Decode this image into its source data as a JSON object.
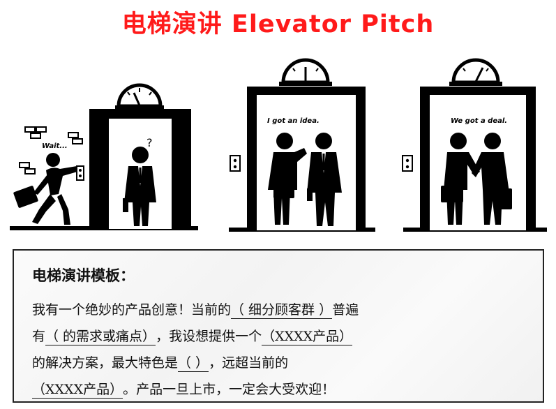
{
  "title": "电梯演讲 Elevator Pitch",
  "scene1": {
    "speech": "Wait...",
    "question_mark": "?"
  },
  "scene2": {
    "speech": "I got an idea."
  },
  "scene3": {
    "speech": "We got a deal."
  },
  "template": {
    "heading": "电梯演讲模板：",
    "line1_pre": "我有一个绝妙的产品创意！当前的",
    "line1_blank": "（      细分顾客群      ）",
    "line1_post": "普遍",
    "line2_pre": "有",
    "line2_blank": "（             的需求或痛点）",
    "line2_mid": "，我设想提供一个",
    "line2_blank2": "（XXXX产品）",
    "line3_pre": "的解决方案，最大特色是",
    "line3_blank": "（                       ）",
    "line3_post": "，远超当前的",
    "line4_blank": "（XXXX产品）",
    "line4_post": "。产品一旦上市，一定会大受欢迎！"
  }
}
